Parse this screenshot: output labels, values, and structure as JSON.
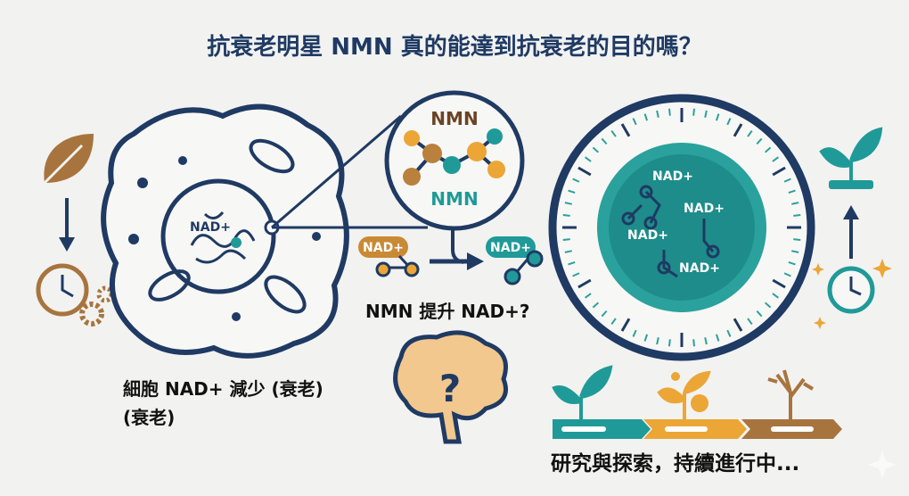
{
  "title": "抗衰老明星 NMN 真的能達到抗衰老的目的嗎？",
  "cell": {
    "nucleus_label": "NAD+",
    "caption_line1": "細胞 NAD+ 減少 (衰老)",
    "caption_line2": "(衰老)"
  },
  "magnifier": {
    "top_label": "NMN",
    "bottom_label": "NMN"
  },
  "conversion": {
    "from_label": "NAD+",
    "to_label": "NAD+",
    "caption": "NMN 提升 NAD+?"
  },
  "clock": {
    "labels": [
      "NAD+",
      "NAD+",
      "NAD+",
      "NAD+"
    ]
  },
  "timeline": {
    "caption": "研究與探索，持續進行中..."
  },
  "colors": {
    "navy": "#1f3a63",
    "teal": "#1f9a98",
    "orange": "#eba636",
    "brown": "#a8743e",
    "background": "#f2f2f1"
  }
}
